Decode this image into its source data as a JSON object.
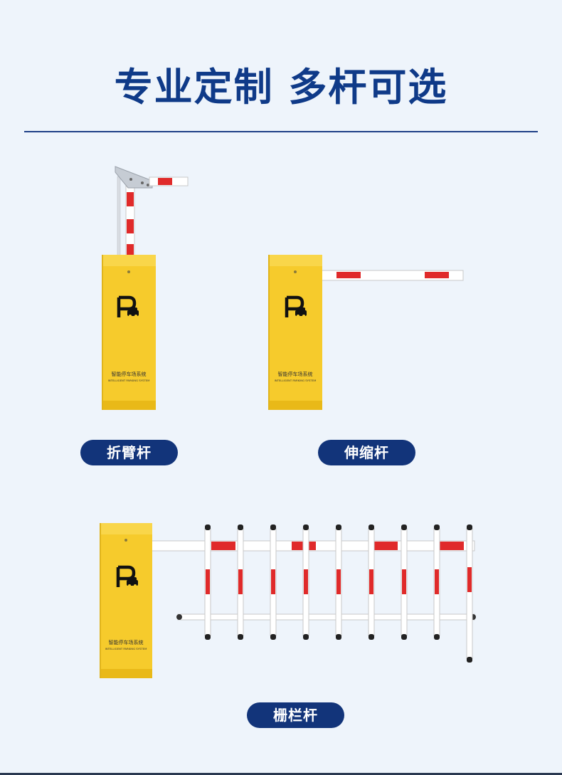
{
  "page": {
    "title": "专业定制 多杆可选",
    "colors": {
      "navy": "#12347a",
      "yellow": "#f6cb2c",
      "red": "#e02a2a",
      "white": "#ffffff",
      "background": "#eef4fb"
    }
  },
  "cabinet": {
    "logo_text_cn": "智能停车场系统",
    "logo_text_en": "INTELLIGENT PARKING SYSTEM",
    "icon": "parking-car-icon"
  },
  "products": [
    {
      "label": "折臂杆"
    },
    {
      "label": "伸缩杆"
    },
    {
      "label": "栅栏杆"
    }
  ]
}
